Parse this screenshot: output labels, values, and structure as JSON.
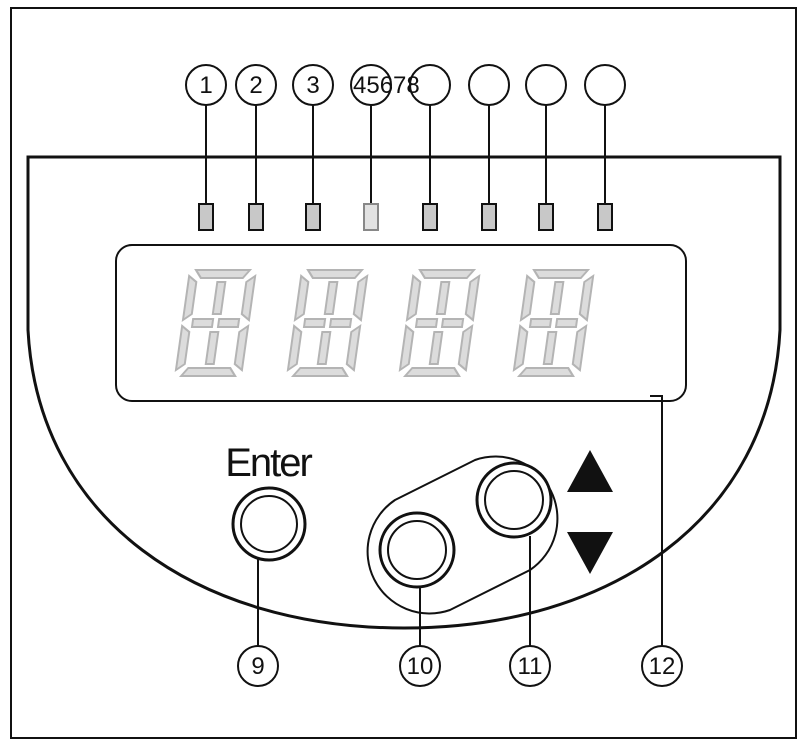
{
  "callouts": {
    "top": [
      "1",
      "2",
      "3",
      "45678"
    ],
    "bottom": [
      "9",
      "10",
      "11",
      "12"
    ]
  },
  "enter_label": "Enter",
  "arrows": {
    "up": "up-arrow-icon",
    "down": "down-arrow-icon"
  },
  "colors": {
    "line": "#111111",
    "led_fill": "#c8c8c8",
    "led_dim": "#e2e2e2",
    "segment_fill": "#dcdcdc",
    "segment_stroke": "#b4b4b4"
  }
}
